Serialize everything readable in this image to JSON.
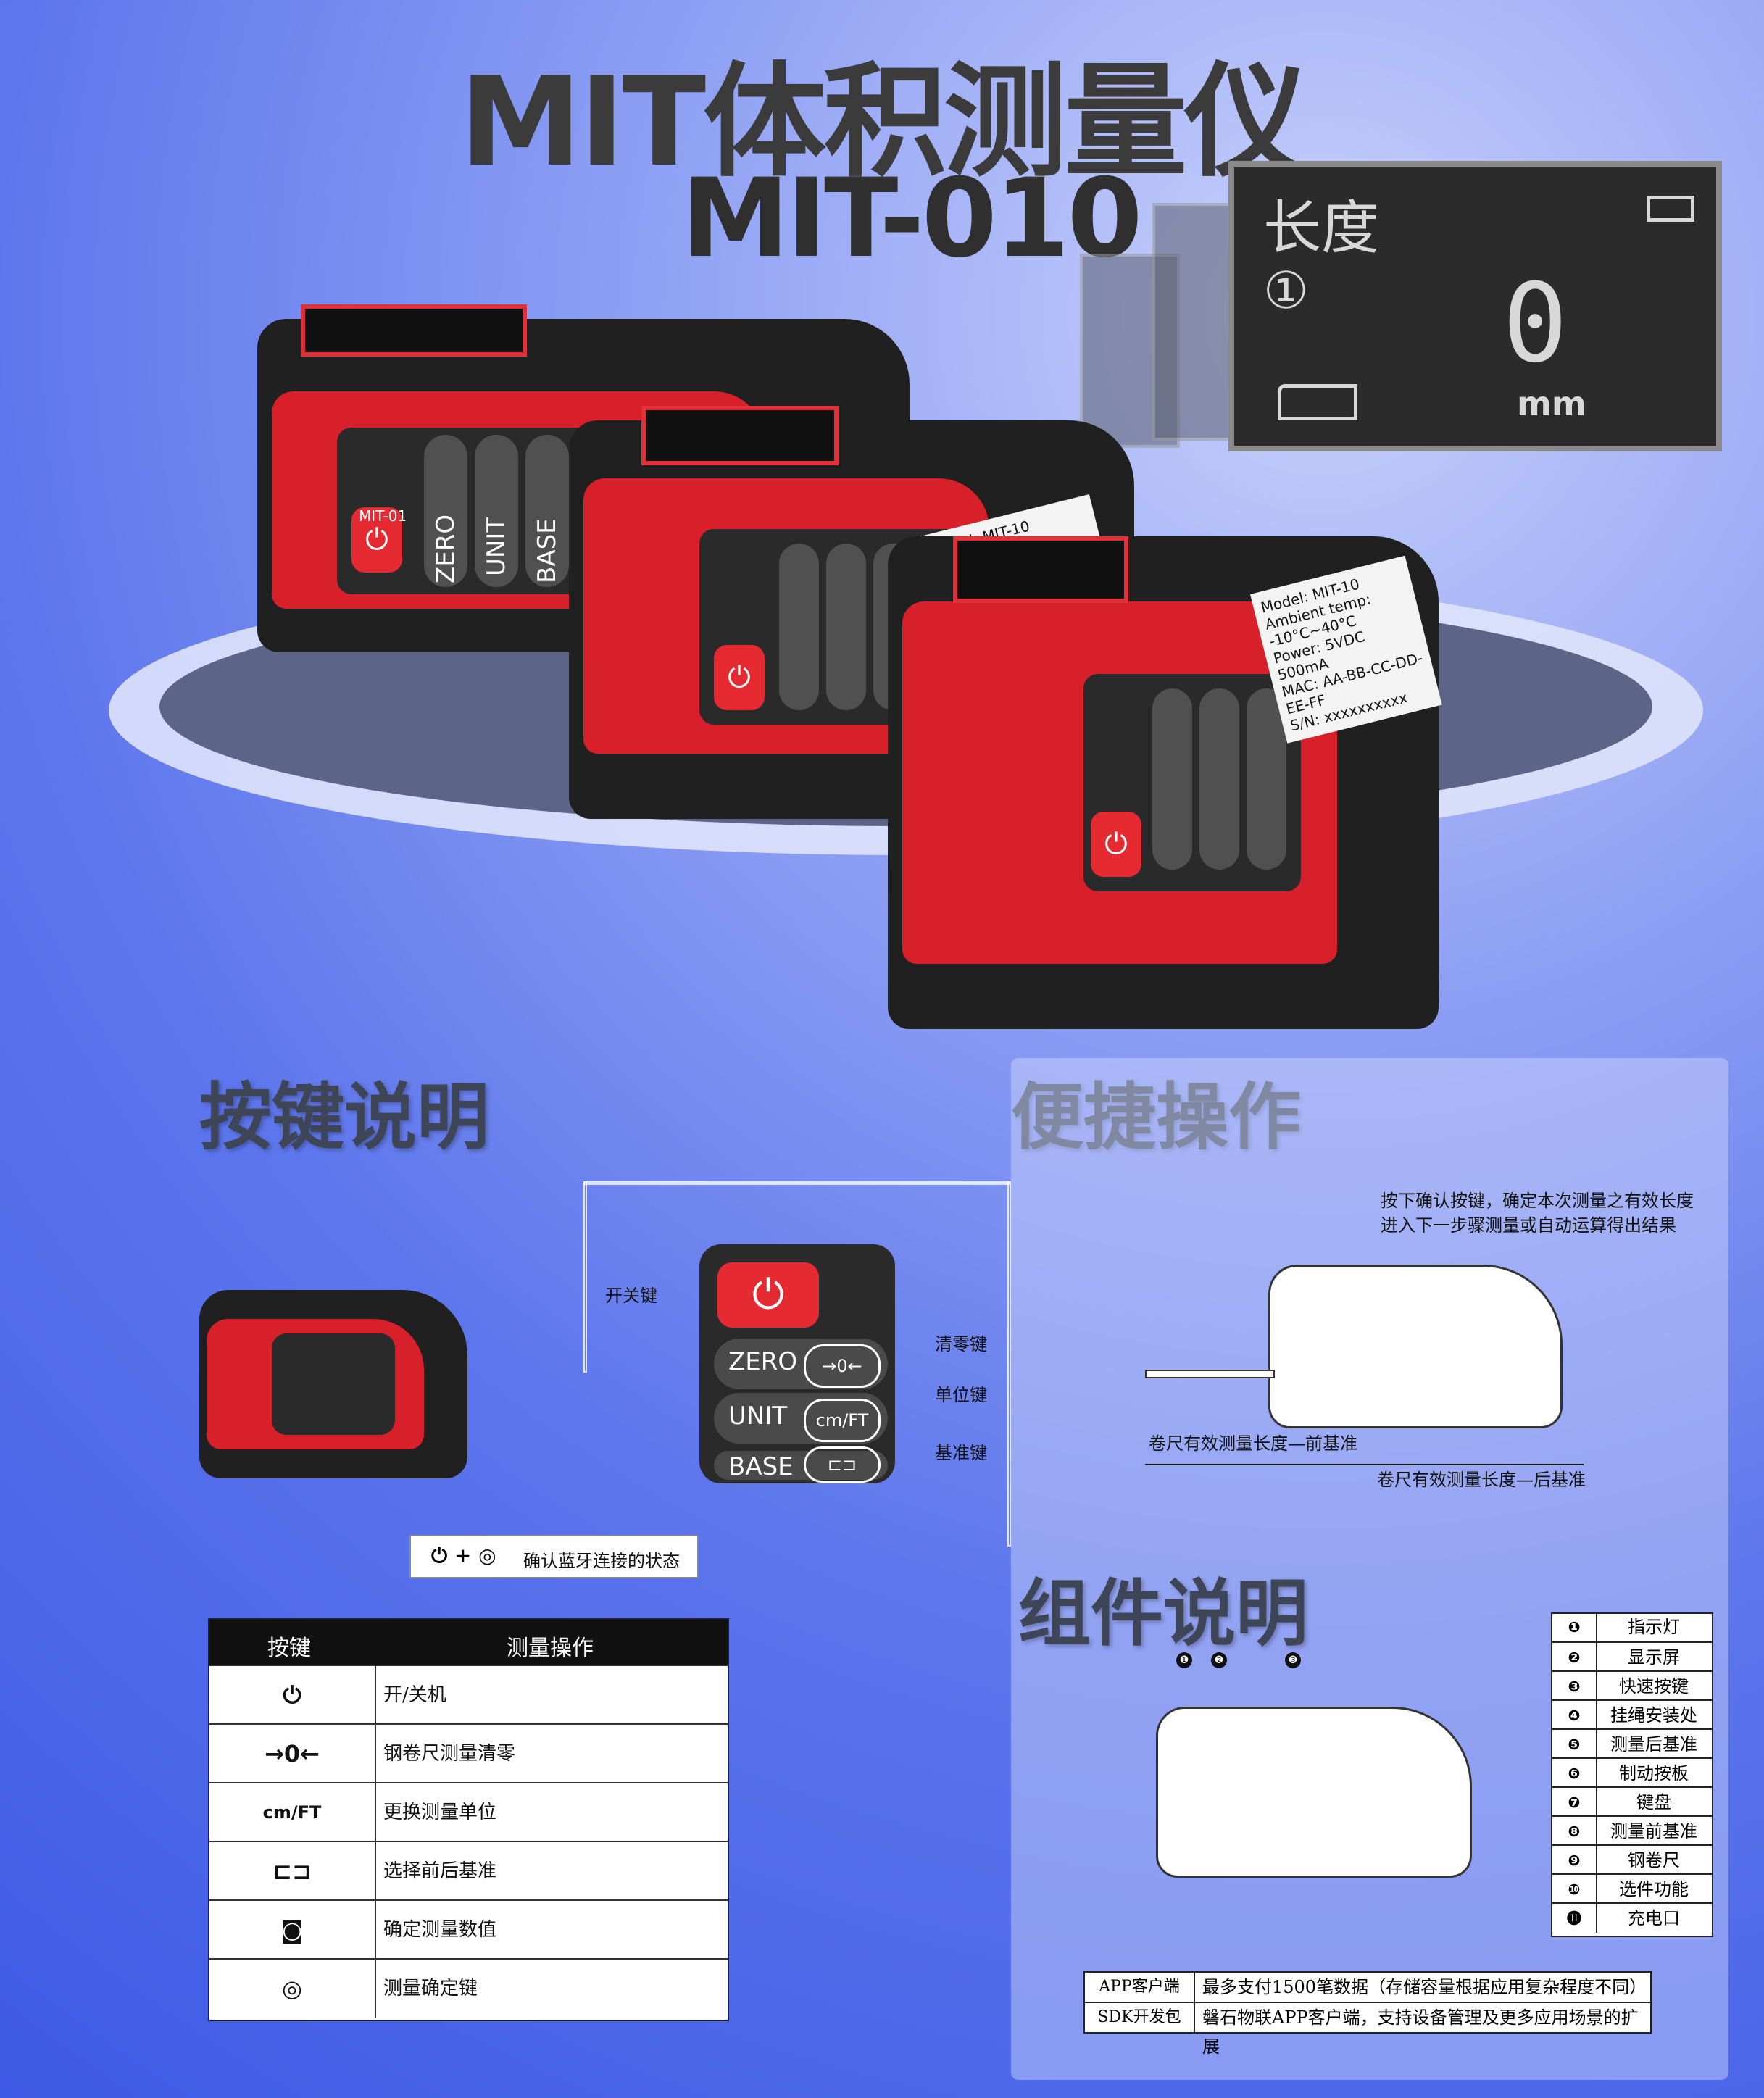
{
  "header": {
    "title": "MIT体积测量仪",
    "model": "MIT-010"
  },
  "display": {
    "length_label": "长度",
    "index": "①",
    "value": "0",
    "unit": "mm"
  },
  "device": {
    "brand": "MIT-01",
    "keys": [
      "ZERO",
      "UNIT",
      "BASE"
    ],
    "spec_lines": [
      "Model: MIT-10",
      "Ambient temp: -10°C~40°C",
      "Power: 5VDC 500mA",
      "MAC: AA-BB-CC-DD-EE-FF",
      "S/N: xxxxxxxxxx"
    ]
  },
  "sections": {
    "keys": "按键说明",
    "quick": "便捷操作",
    "components": "组件说明"
  },
  "key_panel": {
    "power_label": "开关键",
    "rows": [
      {
        "label": "ZERO",
        "button": "→0←",
        "callout": "清零键"
      },
      {
        "label": "UNIT",
        "button": "cm/FT",
        "callout": "单位键"
      },
      {
        "label": "BASE",
        "button": "⊏⊐",
        "callout": "基准键"
      }
    ],
    "bluetooth_note": "确认蓝牙连接的状态",
    "bluetooth_keys": "⏻ + ◎"
  },
  "key_table": {
    "headers": [
      "按键",
      "测量操作"
    ],
    "rows": [
      {
        "icon": "⏻",
        "op": "开/关机"
      },
      {
        "icon": "→0←",
        "op": "钢卷尺测量清零"
      },
      {
        "icon": "cm/FT",
        "op": "更换测量单位"
      },
      {
        "icon": "⊏⊐",
        "op": "选择前后基准"
      },
      {
        "icon": "◙",
        "op": "确定测量数值"
      },
      {
        "icon": "◎",
        "op": "测量确定键"
      }
    ]
  },
  "quick_op": {
    "note_line1": "按下确认按键，确定本次测量之有效长度",
    "note_line2": "进入下一步骤测量或自动运算得出结果",
    "front": "卷尺有效测量长度—前基准",
    "back": "卷尺有效测量长度—后基准"
  },
  "components": {
    "items": [
      {
        "n": "❶",
        "t": "指示灯"
      },
      {
        "n": "❷",
        "t": "显示屏"
      },
      {
        "n": "❸",
        "t": "快速按键"
      },
      {
        "n": "❹",
        "t": "挂绳安装处"
      },
      {
        "n": "❺",
        "t": "测量后基准"
      },
      {
        "n": "❻",
        "t": "制动按板"
      },
      {
        "n": "❼",
        "t": "键盘"
      },
      {
        "n": "❽",
        "t": "测量前基准"
      },
      {
        "n": "❾",
        "t": "钢卷尺"
      },
      {
        "n": "❿",
        "t": "选件功能"
      },
      {
        "n": "⓫",
        "t": "充电口"
      }
    ]
  },
  "app_table": [
    {
      "k": "APP客户端",
      "v": "最多支付1500笔数据（存储容量根据应用复杂程度不同）"
    },
    {
      "k": "SDK开发包",
      "v": "磐石物联APP客户端，支持设备管理及更多应用场景的扩展"
    }
  ],
  "colors": {
    "accent_red": "#d8202a",
    "body_dark": "#202020"
  }
}
